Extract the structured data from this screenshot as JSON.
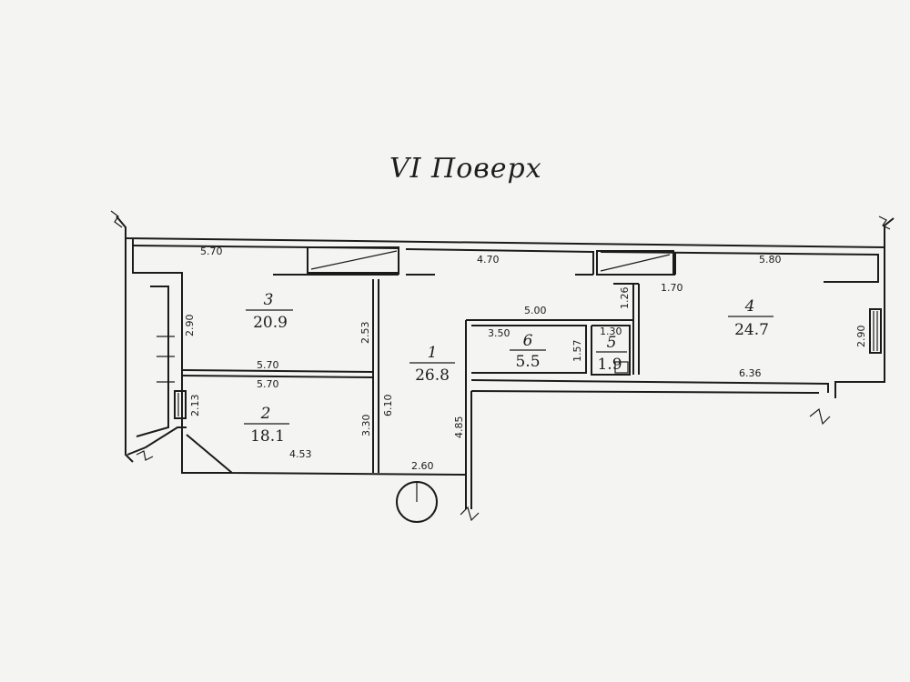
{
  "title": "VI Поверх",
  "rooms": [
    {
      "number": "1",
      "area": "26.8"
    },
    {
      "number": "2",
      "area": "18.1"
    },
    {
      "number": "3",
      "area": "20.9"
    },
    {
      "number": "4",
      "area": "24.7"
    },
    {
      "number": "5",
      "area": "1.9"
    },
    {
      "number": "6",
      "area": "5.5"
    }
  ],
  "dimensions": {
    "r3_top": "5.70",
    "r3_right": "2.53",
    "r3_left": "2.90",
    "r3_bottom": "5.70",
    "r2_top": "5.70",
    "r2_left": "2.13",
    "r2_right": "3.30",
    "r2_bottom": "4.53",
    "hall_top": "4.70",
    "hall_length": "6.10",
    "hall_right": "4.85",
    "hall_bottom": "2.60",
    "r6_top": "5.00",
    "r6_inner": "3.50",
    "r6_side": "1.57",
    "r5_top": "1.30",
    "r5_side": "1.26",
    "r4_top": "5.80",
    "r4_inner": "1.70",
    "r4_right": "2.90",
    "r4_bottom": "6.36"
  }
}
